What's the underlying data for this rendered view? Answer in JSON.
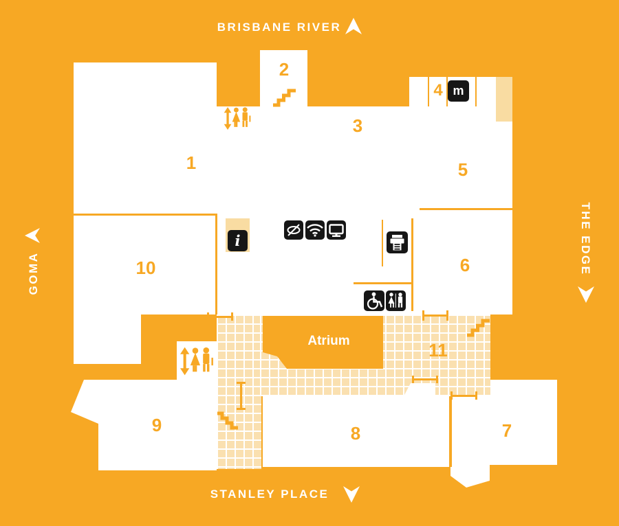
{
  "colors": {
    "background_orange": "#F7A824",
    "checker_fill": "#FAE0B0",
    "highlight_peach": "#F9DCA2",
    "icon_black": "#161616",
    "white": "#FFFFFF"
  },
  "streets": {
    "top": {
      "label": "BRISBANE RIVER",
      "arrow": "up"
    },
    "bottom": {
      "label": "STANLEY PLACE",
      "arrow": "down"
    },
    "left": {
      "label": "GOMA",
      "arrow": "left"
    },
    "right": {
      "label": "THE EDGE",
      "arrow": "down"
    }
  },
  "areas": {
    "atrium": "Atrium",
    "rooms": [
      {
        "number": "1"
      },
      {
        "number": "2"
      },
      {
        "number": "3"
      },
      {
        "number": "4"
      },
      {
        "number": "5"
      },
      {
        "number": "6"
      },
      {
        "number": "7"
      },
      {
        "number": "8"
      },
      {
        "number": "9"
      },
      {
        "number": "10"
      },
      {
        "number": "11"
      }
    ]
  },
  "icons": {
    "info_glyph": "i",
    "meeting_room_glyph": "m"
  }
}
